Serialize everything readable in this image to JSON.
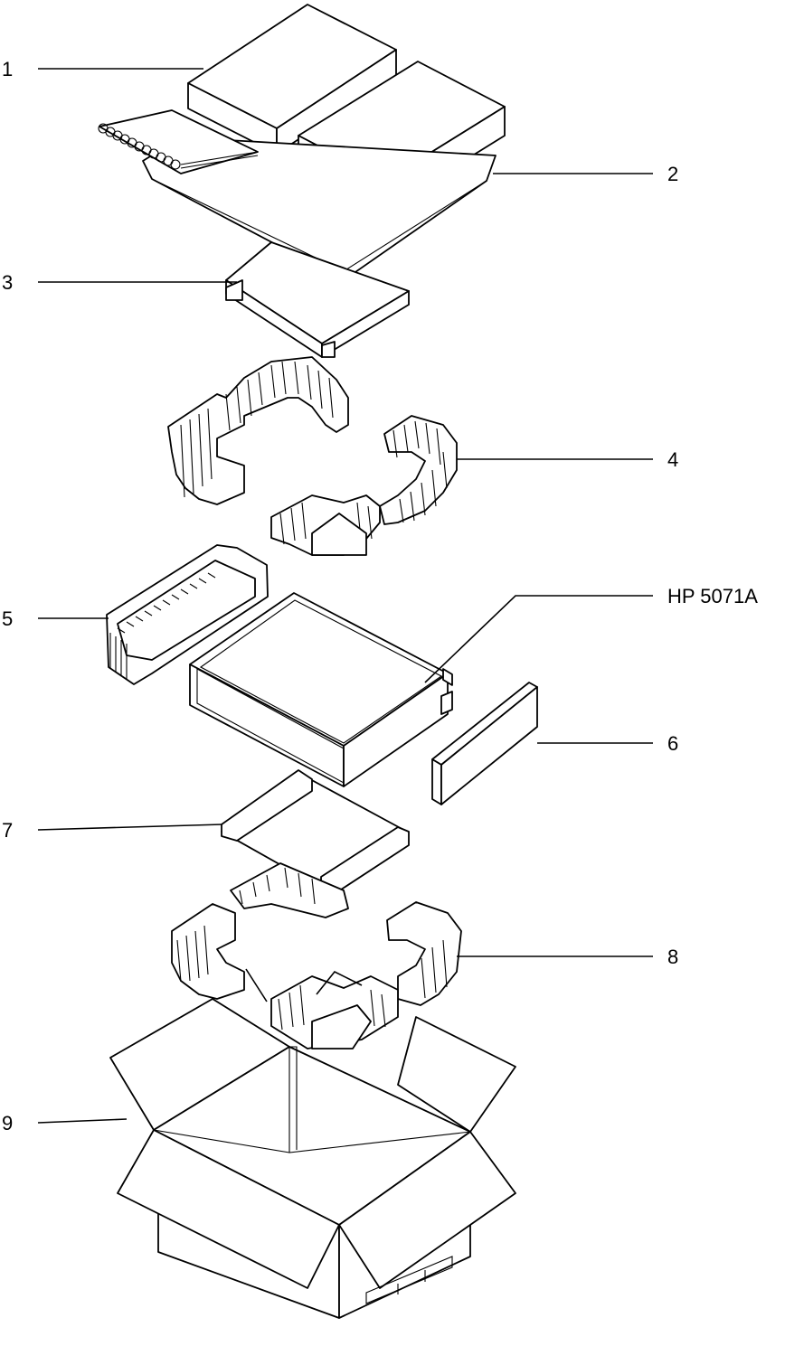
{
  "callouts": [
    {
      "id": "1",
      "label": "1"
    },
    {
      "id": "2",
      "label": "2"
    },
    {
      "id": "3",
      "label": "3"
    },
    {
      "id": "4",
      "label": "4"
    },
    {
      "id": "instrument",
      "label": "HP 5071A"
    },
    {
      "id": "5",
      "label": "5"
    },
    {
      "id": "6",
      "label": "6"
    },
    {
      "id": "7",
      "label": "7"
    },
    {
      "id": "8",
      "label": "8"
    },
    {
      "id": "9",
      "label": "9"
    }
  ]
}
